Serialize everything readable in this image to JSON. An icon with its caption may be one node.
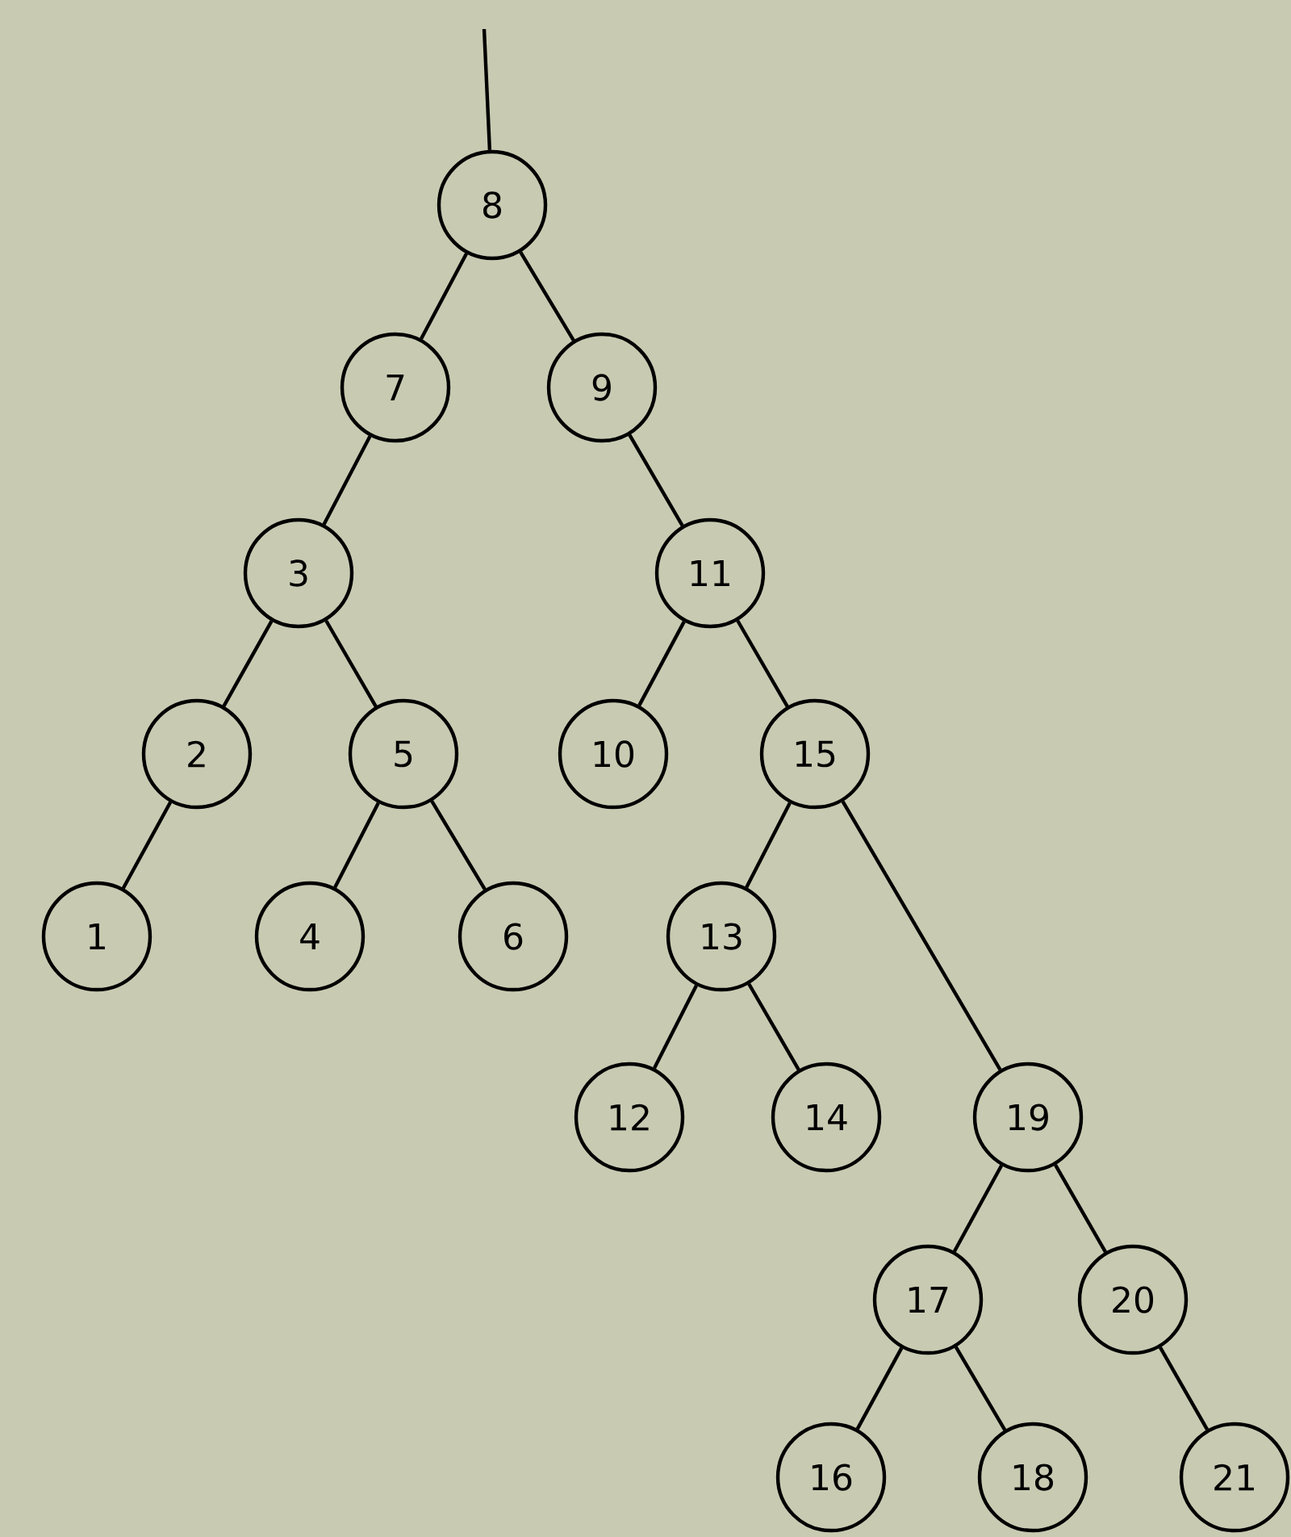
{
  "diagram": {
    "nodes": [
      {
        "text": [
          "8"
        ]
      },
      {
        "text": [
          "7"
        ]
      },
      {
        "text": [
          "9"
        ]
      },
      {
        "text": [
          "3"
        ]
      },
      {
        "text": [
          "11"
        ]
      },
      {
        "text": [
          "2"
        ]
      },
      {
        "text": [
          "5"
        ]
      },
      {
        "text": [
          "10"
        ]
      },
      {
        "text": [
          "15"
        ]
      },
      {
        "text": [
          "1"
        ]
      },
      {
        "text": [
          "4"
        ]
      },
      {
        "text": [
          "6"
        ]
      },
      {
        "text": [
          "13"
        ]
      },
      {
        "text": [
          "12"
        ]
      },
      {
        "text": [
          "14"
        ]
      },
      {
        "text": [
          "19"
        ]
      },
      {
        "text": [
          "17"
        ]
      },
      {
        "text": [
          "20"
        ]
      },
      {
        "text": [
          "16"
        ]
      },
      {
        "text": [
          "18"
        ]
      },
      {
        "text": [
          "21"
        ]
      }
    ],
    "edges": [
      {
        "from": null,
        "to": 0,
        "arrow": "none"
      },
      {
        "from": 0,
        "to": 1,
        "arrow": "none"
      },
      {
        "from": 0,
        "to": 2,
        "arrow": "none"
      },
      {
        "from": 1,
        "to": 3,
        "arrow": "none"
      },
      {
        "from": 2,
        "to": 4,
        "arrow": "none"
      },
      {
        "from": 3,
        "to": 5,
        "arrow": "none"
      },
      {
        "from": 3,
        "to": 6,
        "arrow": "none"
      },
      {
        "from": 4,
        "to": 7,
        "arrow": "none"
      },
      {
        "from": 4,
        "to": 8,
        "arrow": "none"
      },
      {
        "from": 5,
        "to": 9,
        "arrow": "none"
      },
      {
        "from": 6,
        "to": 10,
        "arrow": "none"
      },
      {
        "from": 6,
        "to": 11,
        "arrow": "none"
      },
      {
        "from": 8,
        "to": 12,
        "arrow": "none"
      },
      {
        "from": 8,
        "to": 15,
        "arrow": "none"
      },
      {
        "from": 12,
        "to": 13,
        "arrow": "none"
      },
      {
        "from": 12,
        "to": 14,
        "arrow": "none"
      },
      {
        "from": 15,
        "to": 16,
        "arrow": "none"
      },
      {
        "from": 15,
        "to": 17,
        "arrow": "none"
      },
      {
        "from": 16,
        "to": 18,
        "arrow": "none"
      },
      {
        "from": 16,
        "to": 19,
        "arrow": "none"
      },
      {
        "from": 17,
        "to": 20,
        "arrow": "none"
      }
    ]
  }
}
